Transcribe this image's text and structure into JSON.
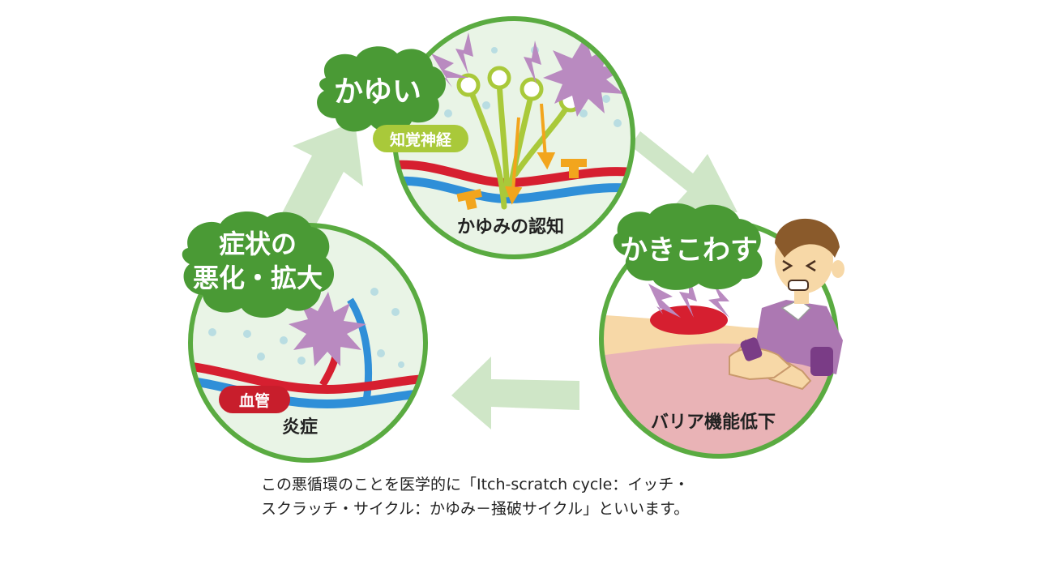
{
  "colors": {
    "ring": "#5aab41",
    "circle_bg": "#e9f4e6",
    "bubble": "#4a9a35",
    "arrow": "#cfe6c7",
    "nerve": "#a9c93a",
    "vessel_red": "#d61f30",
    "vessel_blue": "#2f8fd8",
    "itch_spark": "#b98ac0",
    "mediator": "#f2a51d",
    "skin": "#f7d8a7",
    "inflamed": "#e9b3b6",
    "shirt": "#ac78b2"
  },
  "stages": {
    "itch": {
      "bubble": "かゆい",
      "nerve_tag": "知覚神経",
      "caption": "かゆみの認知"
    },
    "scratch": {
      "bubble": "かきこわす",
      "caption": "バリア機能低下"
    },
    "worsen": {
      "bubble_line1": "症状の",
      "bubble_line2": "悪化・拡大",
      "vessel_tag": "血管",
      "caption": "炎症"
    }
  },
  "cycle_icons": [
    "itch-spark-icon",
    "nerve-icon",
    "scratch-spark-icon",
    "arrow-icon"
  ],
  "footer": {
    "line1": "この悪循環のことを医学的に「Itch-scratch cycle：イッチ・",
    "line2": "スクラッチ・サイクル：かゆみ－掻破サイクル」といいます。"
  }
}
